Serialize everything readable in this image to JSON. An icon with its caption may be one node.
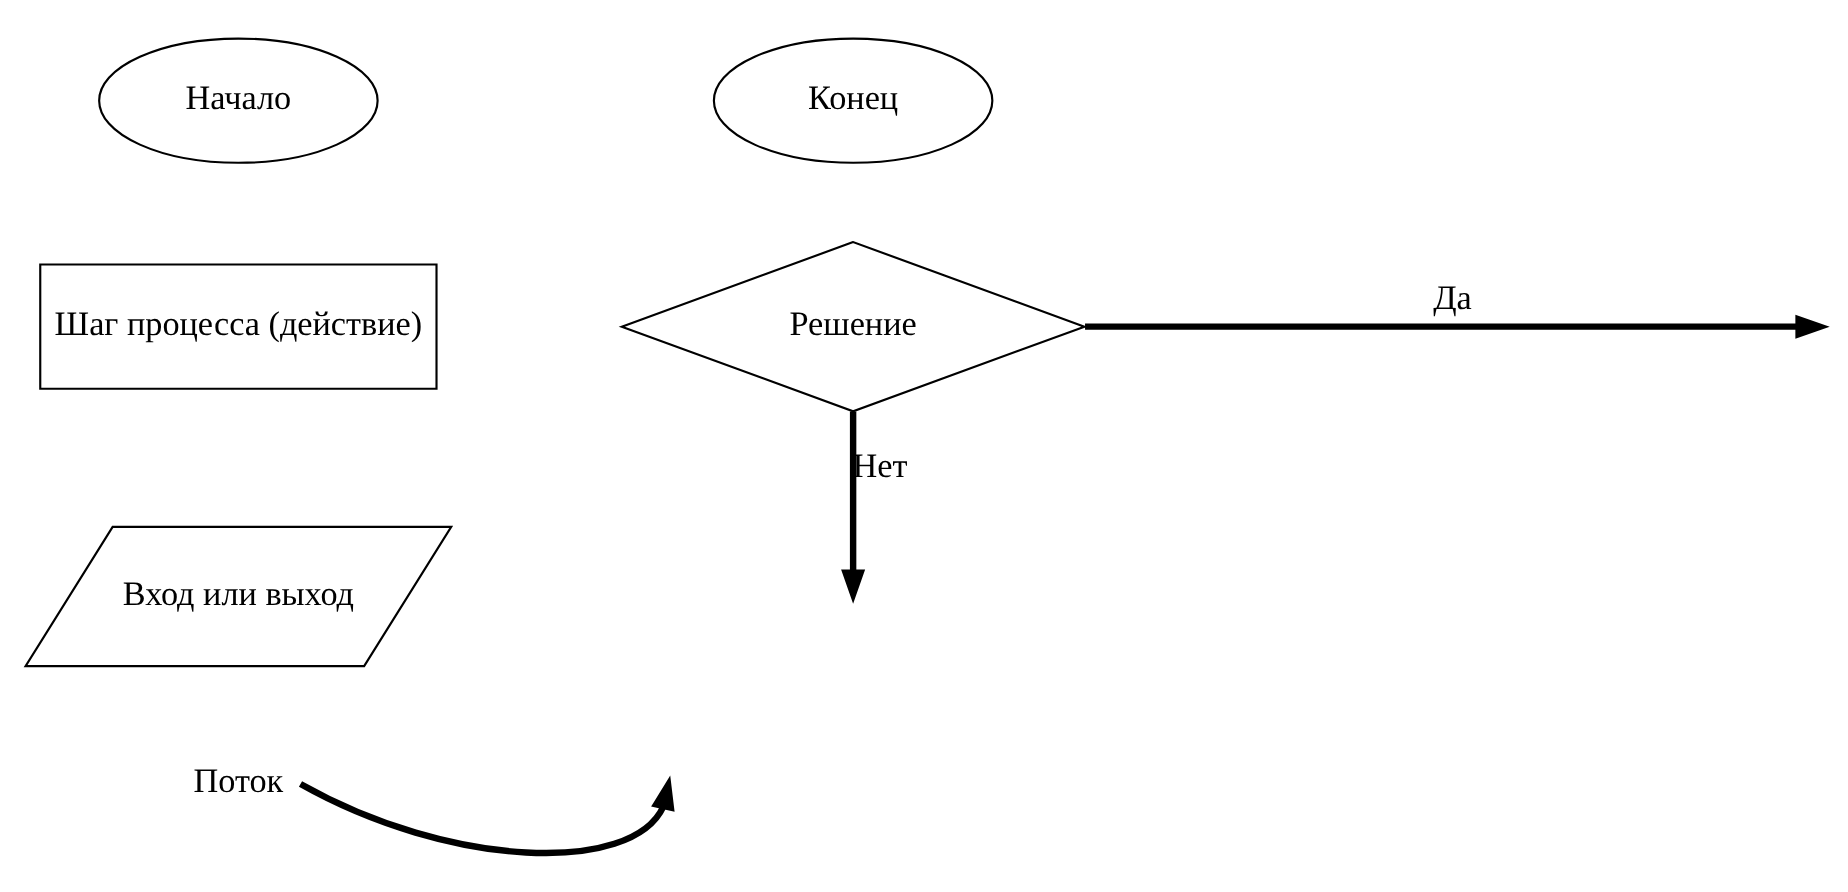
{
  "diagram": {
    "nodes": [
      {
        "text": [
          "Начало"
        ]
      },
      {
        "text": [
          "Конец"
        ]
      },
      {
        "text": [
          "Шаг процесса (действие)"
        ]
      },
      {
        "text": [
          "Решение"
        ]
      },
      {
        "text": [
          "Вход или выход"
        ]
      },
      {
        "text": [
          "Поток"
        ]
      }
    ],
    "edges": [
      {
        "from": 3,
        "to": null,
        "arrow": "to",
        "label": "Да"
      },
      {
        "from": 3,
        "to": null,
        "arrow": "to",
        "label": "Нет"
      },
      {
        "from": 5,
        "to": null,
        "arrow": "to"
      }
    ]
  }
}
